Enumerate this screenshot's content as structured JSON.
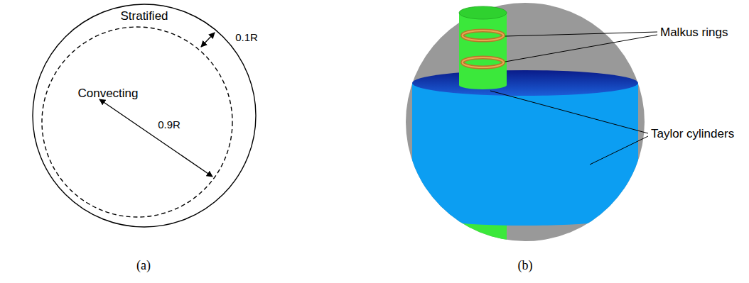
{
  "diagram": {
    "nodes": [
      {
        "text": [
          "Stratified"
        ]
      },
      {
        "text": [
          "Convecting"
        ],
        "in": 0
      }
    ],
    "labels": [
      "0.1R",
      "0.9R",
      "(a)",
      "Malkus rings",
      "Taylor cylinders",
      "(b)"
    ]
  }
}
